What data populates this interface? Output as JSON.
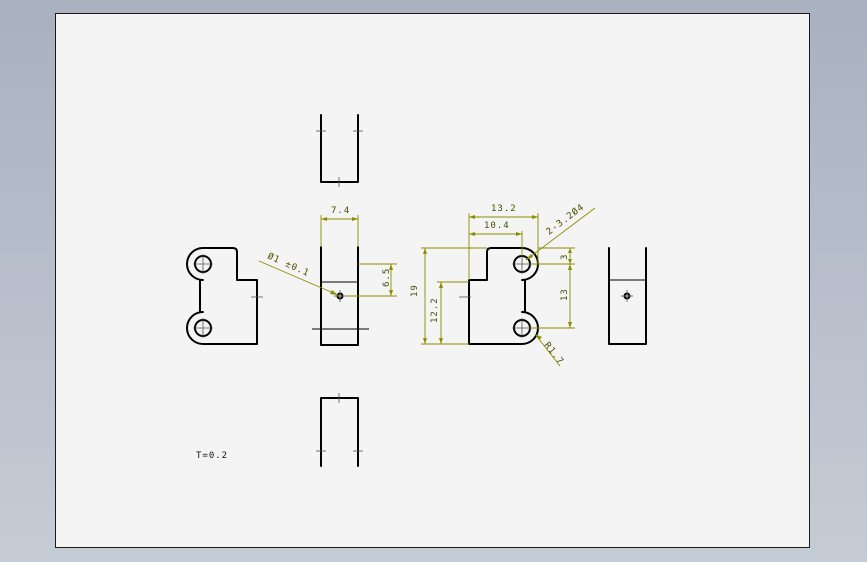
{
  "drawing": {
    "sheet_note": "T=0.2",
    "dimensions": {
      "width_top_view": "7.4",
      "hole_dia_tol": "Ø1 ±0.1",
      "height_small": "6.5",
      "overall_width": "13.2",
      "inner_width": "10.4",
      "hole_callout": "2-3.2Ø4",
      "overall_height": "19",
      "left_height": "12.2",
      "right_top": "3",
      "right_height": "13",
      "radius": "R1.7"
    }
  }
}
